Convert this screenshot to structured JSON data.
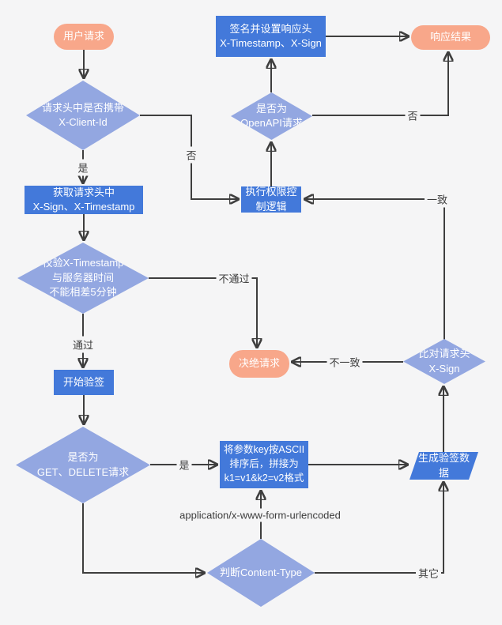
{
  "colors": {
    "background": "#f5f5f6",
    "process_fill": "#4379da",
    "decision_fill": "#93a7e1",
    "terminal_fill": "#f8a78a",
    "node_text": "#ffffff",
    "edge_line": "#3e3e3e",
    "edge_label_text": "#3d3d3d"
  },
  "nodes": {
    "user_request": {
      "label": "用户请求",
      "shape": "terminal"
    },
    "sign_response": {
      "label": "签名并设置响应头\nX-Timestamp、X-Sign",
      "shape": "process"
    },
    "response_result": {
      "label": "响应结果",
      "shape": "terminal"
    },
    "check_client_id": {
      "label": "请求头中是否携带\nX-Client-Id",
      "shape": "decision"
    },
    "is_openapi": {
      "label": "是否为\nOpenAPI请求",
      "shape": "decision"
    },
    "get_headers": {
      "label": "获取请求头中\nX-Sign、X-Timestamp",
      "shape": "process"
    },
    "exec_permission": {
      "label": "执行权限控制逻辑",
      "shape": "process"
    },
    "check_timestamp": {
      "label": "校验X-Timestamp\n与服务器时间\n不能相差5分钟",
      "shape": "decision"
    },
    "reject_request": {
      "label": "决绝请求",
      "shape": "terminal"
    },
    "compare_sign": {
      "label": "比对请求头\nX-Sign",
      "shape": "decision"
    },
    "start_verify": {
      "label": "开始验签",
      "shape": "process"
    },
    "is_get_delete": {
      "label": "是否为\nGET、DELETE请求",
      "shape": "decision"
    },
    "sort_params": {
      "label": "将参数key按ASCII\n排序后，拼接为\nk1=v1&k2=v2格式",
      "shape": "process"
    },
    "gen_sign_data": {
      "label": "生成验签数据",
      "shape": "data"
    },
    "check_content_type": {
      "label": "判断Content-Type",
      "shape": "decision"
    }
  },
  "edge_labels": {
    "yes1": "是",
    "no1": "否",
    "pass": "通过",
    "fail": "不通过",
    "yes2": "是",
    "no2": "否",
    "match": "一致",
    "mismatch": "不一致",
    "other": "其它",
    "form_urlencoded": "application/x-www-form-urlencoded"
  },
  "edges": [
    {
      "from": "user_request",
      "to": "check_client_id",
      "label": ""
    },
    {
      "from": "check_client_id",
      "to": "get_headers",
      "label": "是"
    },
    {
      "from": "check_client_id",
      "to": "exec_permission",
      "label": "否"
    },
    {
      "from": "get_headers",
      "to": "check_timestamp",
      "label": ""
    },
    {
      "from": "check_timestamp",
      "to": "start_verify",
      "label": "通过"
    },
    {
      "from": "check_timestamp",
      "to": "reject_request",
      "label": "不通过"
    },
    {
      "from": "start_verify",
      "to": "is_get_delete",
      "label": ""
    },
    {
      "from": "is_get_delete",
      "to": "sort_params",
      "label": "是"
    },
    {
      "from": "is_get_delete",
      "to": "check_content_type",
      "label": ""
    },
    {
      "from": "check_content_type",
      "to": "sort_params",
      "label": "application/x-www-form-urlencoded"
    },
    {
      "from": "check_content_type",
      "to": "gen_sign_data",
      "label": "其它"
    },
    {
      "from": "sort_params",
      "to": "gen_sign_data",
      "label": ""
    },
    {
      "from": "gen_sign_data",
      "to": "compare_sign",
      "label": ""
    },
    {
      "from": "compare_sign",
      "to": "reject_request",
      "label": "不一致"
    },
    {
      "from": "compare_sign",
      "to": "exec_permission",
      "label": "一致"
    },
    {
      "from": "exec_permission",
      "to": "is_openapi",
      "label": ""
    },
    {
      "from": "is_openapi",
      "to": "sign_response",
      "label": ""
    },
    {
      "from": "is_openapi",
      "to": "response_result",
      "label": "否"
    },
    {
      "from": "sign_response",
      "to": "response_result",
      "label": ""
    }
  ]
}
